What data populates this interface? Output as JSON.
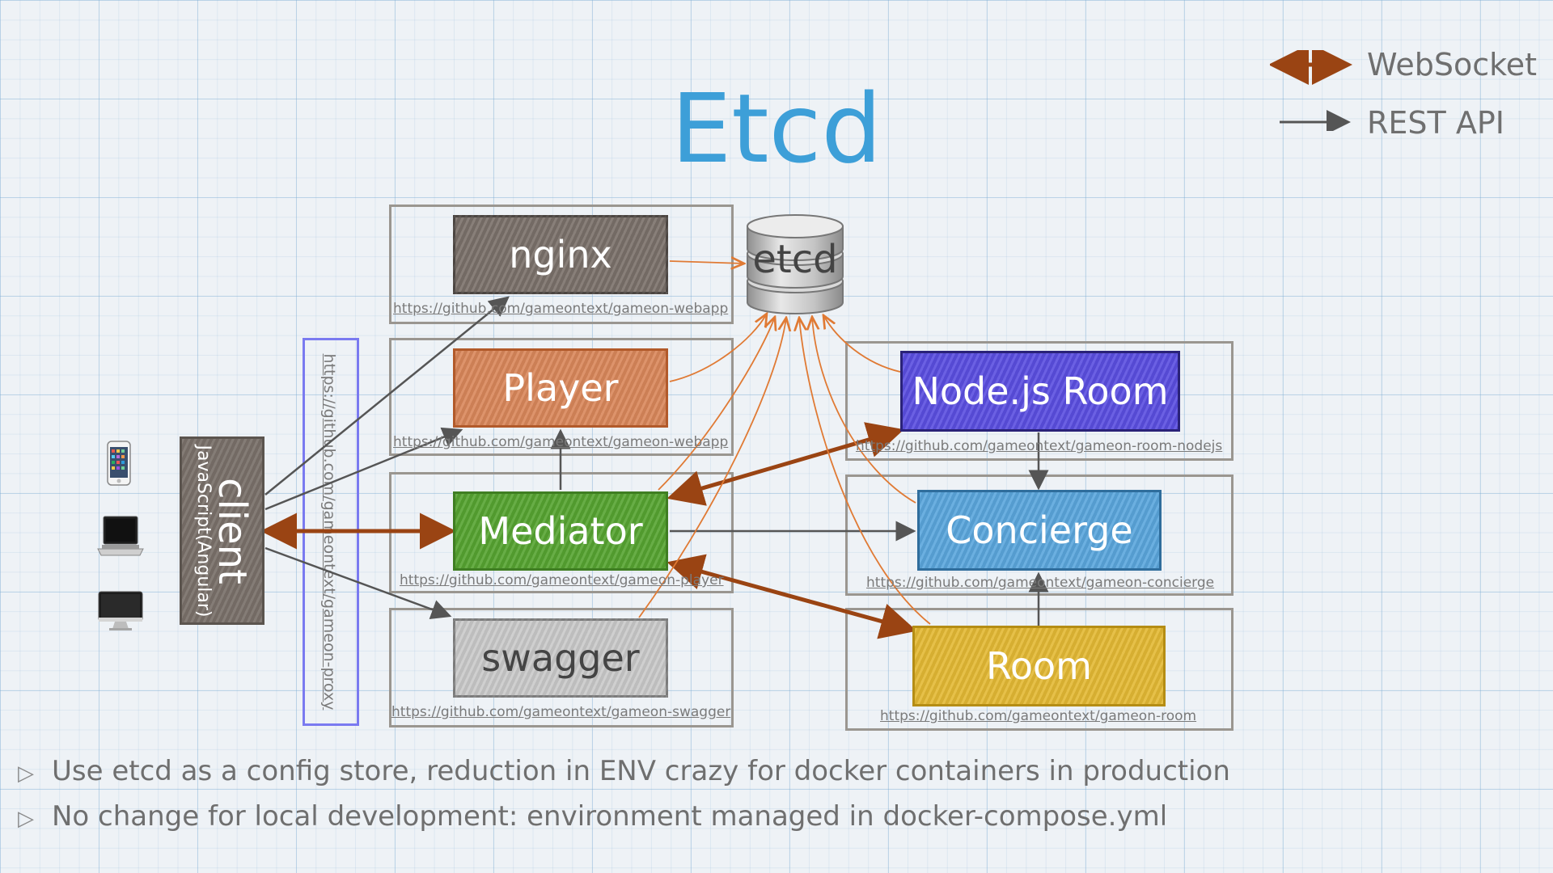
{
  "title": "Etcd",
  "legend": {
    "websocket": "WebSocket",
    "rest": "REST API",
    "websocket_color": "#9a4413",
    "rest_color": "#555555"
  },
  "etcd": {
    "label": "etcd"
  },
  "client": {
    "label": "client",
    "sublabel": "JavaScript(Angular)"
  },
  "proxy": {
    "url": "https://github.com/gameontext/gameon-proxy"
  },
  "services": {
    "nginx": {
      "label": "nginx",
      "url": "https://github.com/gameontext/gameon-webapp",
      "color": "#7a716a"
    },
    "player": {
      "label": "Player",
      "url": "https://github.com/gameontext/gameon-webapp",
      "color": "#d9875a"
    },
    "mediator": {
      "label": "Mediator",
      "url": "https://github.com/gameontext/gameon-player",
      "color": "#56a431"
    },
    "swagger": {
      "label": "swagger",
      "url": "https://github.com/gameontext/gameon-swagger",
      "color": "#c9c9c9"
    },
    "nodejs_room": {
      "label": "Node.js Room",
      "url": "https://github.com/gameontext/gameon-room-nodejs",
      "color": "#5a4ee0"
    },
    "concierge": {
      "label": "Concierge",
      "url": "https://github.com/gameontext/gameon-concierge",
      "color": "#5aa6dc"
    },
    "room": {
      "label": "Room",
      "url": "https://github.com/gameontext/gameon-room",
      "color": "#e3b934"
    }
  },
  "devices": [
    "phone-icon",
    "laptop-icon",
    "desktop-icon"
  ],
  "bullets": [
    "Use etcd as a config store, reduction in ENV crazy for docker containers in production",
    "No change for local development: environment managed in docker-compose.yml"
  ]
}
